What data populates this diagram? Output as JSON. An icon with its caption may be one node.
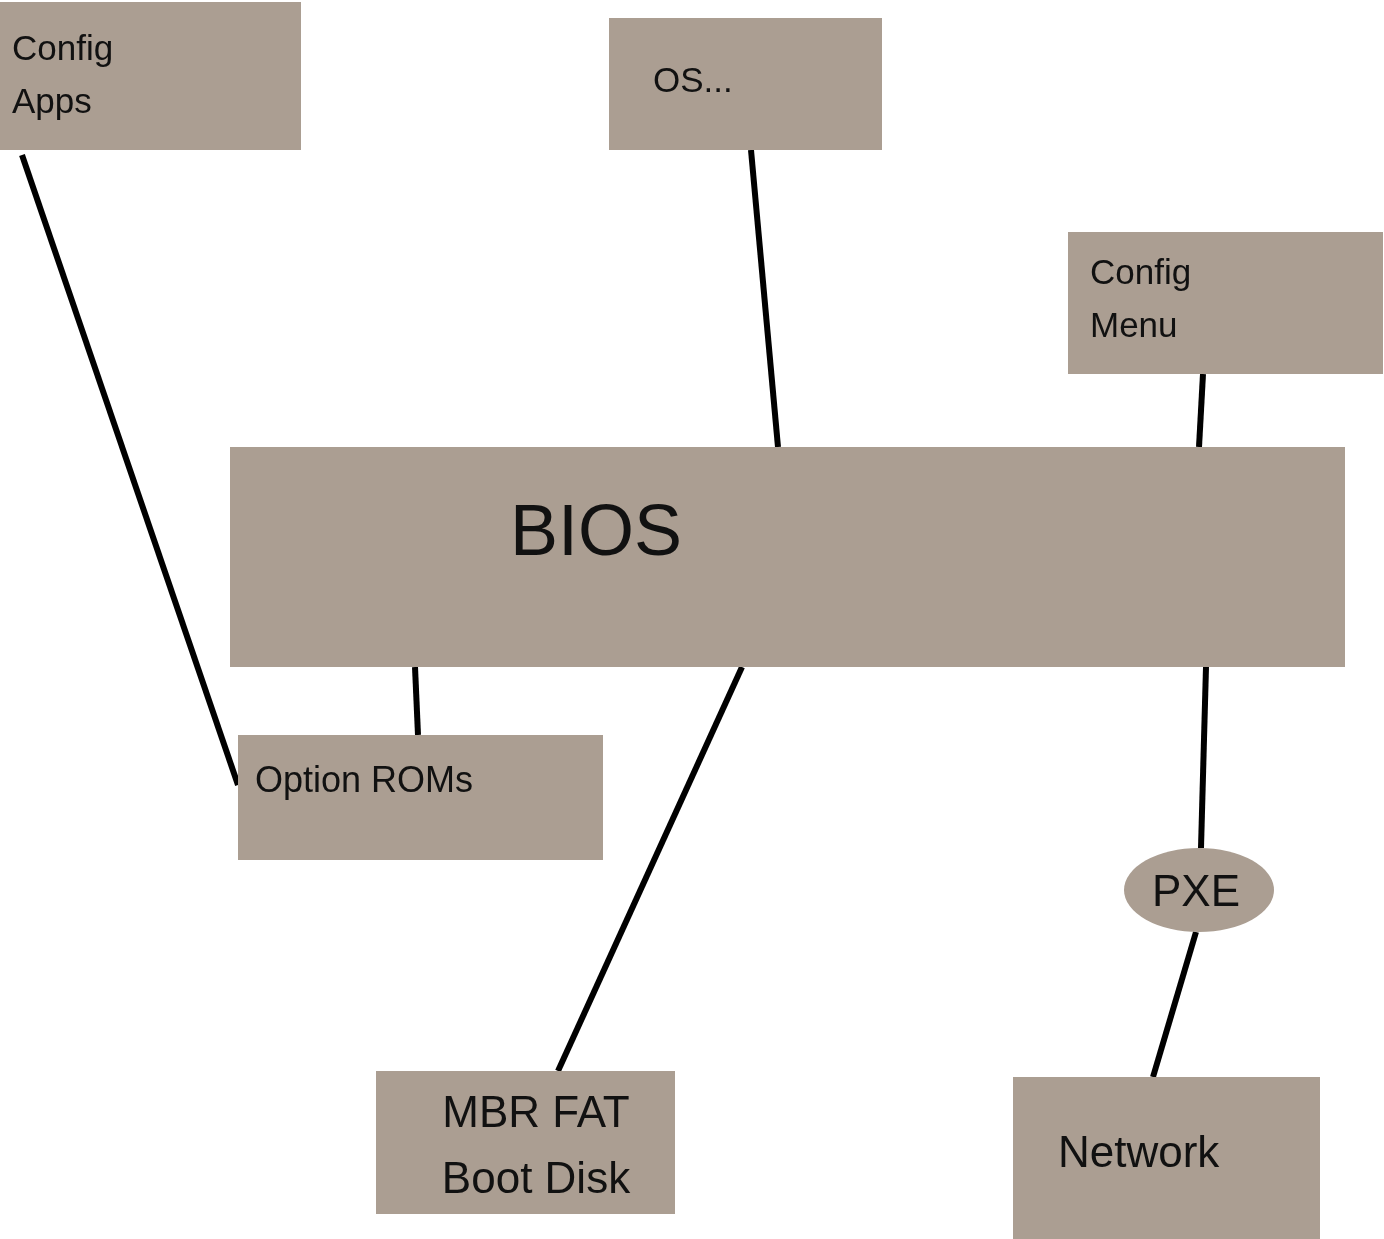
{
  "diagram": {
    "nodes": [
      {
        "text": [
          "Config Apps"
        ]
      },
      {
        "text": [
          "OS..."
        ]
      },
      {
        "text": [
          "Config Menu"
        ]
      },
      {
        "text": [
          "BIOS"
        ]
      },
      {
        "text": [
          "Option ROMs"
        ]
      },
      {
        "text": [
          "PXE"
        ]
      },
      {
        "text": [
          "MBR FAT Boot Disk"
        ]
      },
      {
        "text": [
          "Network"
        ]
      }
    ],
    "edges": [
      {
        "from": 0,
        "to": 4,
        "arrow": "none"
      },
      {
        "from": 1,
        "to": 3,
        "arrow": "none"
      },
      {
        "from": 2,
        "to": 3,
        "arrow": "none"
      },
      {
        "from": 3,
        "to": 4,
        "arrow": "none"
      },
      {
        "from": 3,
        "to": 6,
        "arrow": "none"
      },
      {
        "from": 3,
        "to": 5,
        "arrow": "none"
      },
      {
        "from": 5,
        "to": 7,
        "arrow": "none"
      }
    ]
  }
}
